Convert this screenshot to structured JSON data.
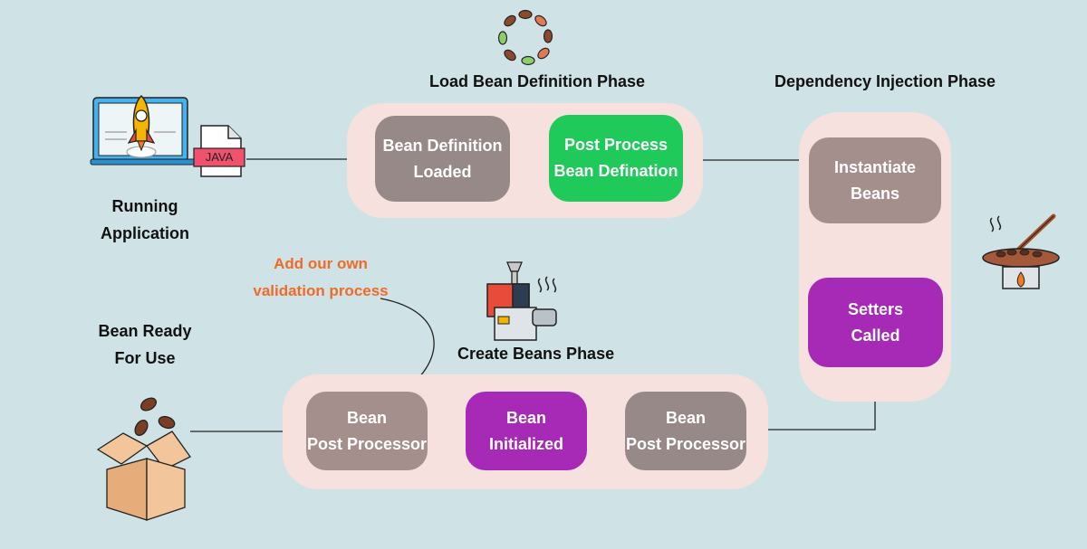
{
  "colors": {
    "background": "#cfe2e5",
    "container": "#f6e1de",
    "box_brown": "#a58f8c",
    "box_gray": "#978987",
    "box_green": "#1fc95a",
    "box_purple": "#a62ab5",
    "annotation": "#f06a2a"
  },
  "load_phase": {
    "title": "Load Bean Definition Phase",
    "box_loaded": {
      "line1": "Bean Definition",
      "line2": "Loaded"
    },
    "box_post_process": {
      "line1": "Post Process",
      "line2": "Bean Defination"
    }
  },
  "di_phase": {
    "title": "Dependency Injection Phase",
    "box_instantiate": {
      "line1": "Instantiate",
      "line2": "Beans"
    },
    "box_setters": {
      "line1": "Setters",
      "line2": "Called"
    }
  },
  "create_phase": {
    "title": "Create Beans Phase",
    "box_bpp_left": {
      "line1": "Bean",
      "line2": "Post Processor"
    },
    "box_initialized": {
      "line1": "Bean",
      "line2": "Initialized"
    },
    "box_bpp_right": {
      "line1": "Bean",
      "line2": "Post Processor"
    }
  },
  "running_app": {
    "line1": "Running",
    "line2": "Application",
    "java_label": "JAVA"
  },
  "bean_ready": {
    "line1": "Bean Ready",
    "line2": "For Use"
  },
  "annotation": {
    "line1": "Add our own",
    "line2": "validation process"
  },
  "icons": [
    "laptop-rocket-icon",
    "java-file-icon",
    "coffee-beans-ring-icon",
    "coffee-roaster-machine-icon",
    "roasting-pan-icon",
    "coffee-box-icon"
  ]
}
